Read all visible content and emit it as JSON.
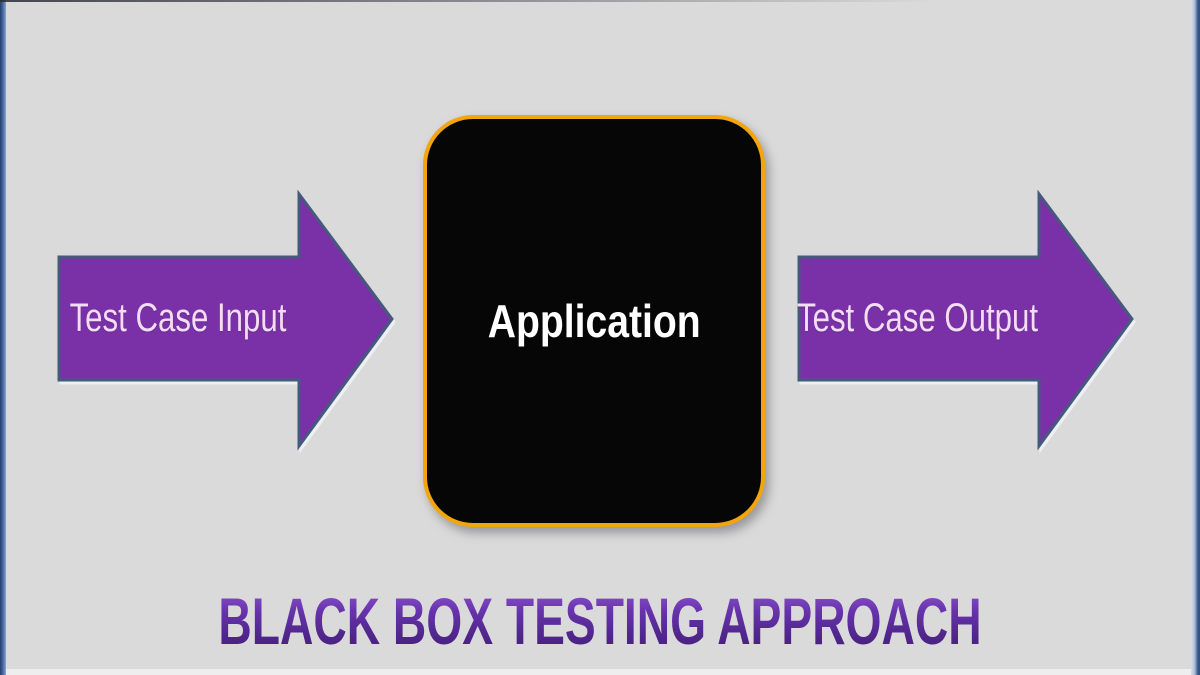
{
  "diagram": {
    "title": "BLACK BOX TESTING APPROACH",
    "input_arrow": {
      "label": "Test Case Input"
    },
    "application_box": {
      "label": "Application"
    },
    "output_arrow": {
      "label": "Test Case Output"
    }
  },
  "colors": {
    "background": "#DADADA",
    "arrow_fill": "#7A31A8",
    "arrow_outline": "#44597C",
    "arrow_text": "#F3DDF2",
    "box_background": "#060606",
    "box_border": "#F2A50C",
    "box_text": "#FFFFFF",
    "title_purple": "#5B2B9B",
    "frame_blue": "#3A5C8E"
  }
}
